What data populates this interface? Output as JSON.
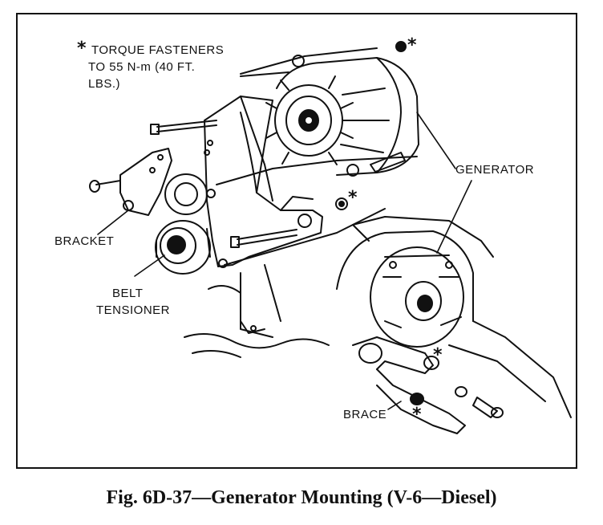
{
  "note": {
    "symbol": "*",
    "line1": "TORQUE FASTENERS",
    "line2": "TO 55 N-m (40 FT.",
    "line3": "LBS.)"
  },
  "labels": {
    "generator": "GENERATOR",
    "bracket": "BRACKET",
    "belt_tensioner_line1": "BELT",
    "belt_tensioner_line2": "TENSIONER",
    "brace": "BRACE"
  },
  "asterisk": "*",
  "caption": "Fig. 6D-37—Generator Mounting (V-6—Diesel)"
}
